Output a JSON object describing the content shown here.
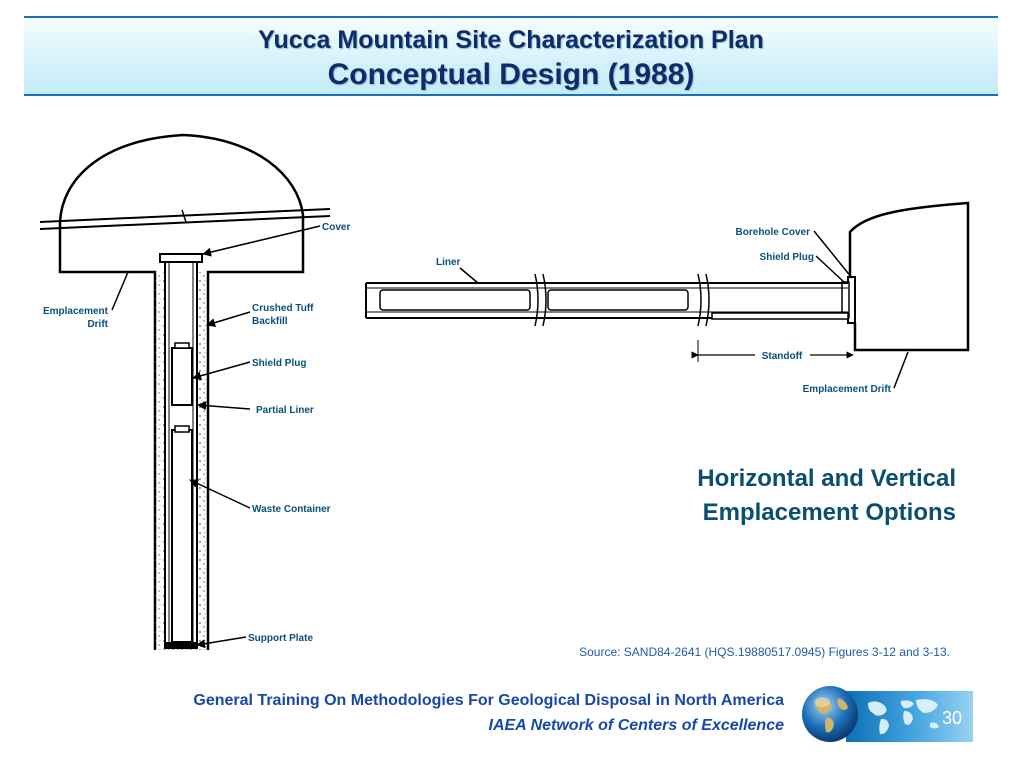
{
  "header": {
    "title_line1": "Yucca Mountain Site Characterization Plan",
    "title_line2": "Conceptual Design (1988)"
  },
  "vertical_diagram": {
    "labels": {
      "cover": "Cover",
      "emplacement_line1": "Emplacement",
      "emplacement_line2": "Drift",
      "crushed_line1": "Crushed Tuff",
      "crushed_line2": "Backfill",
      "shield_plug": "Shield Plug",
      "partial_liner": "Partial Liner",
      "waste_container": "Waste Container",
      "support_plate": "Support Plate"
    }
  },
  "horizontal_diagram": {
    "labels": {
      "borehole_cover": "Borehole Cover",
      "shield_plug": "Shield Plug",
      "liner": "Liner",
      "standoff": "Standoff",
      "emplacement_drift": "Emplacement Drift"
    }
  },
  "main": {
    "heading_line1": "Horizontal and Vertical",
    "heading_line2": "Emplacement Options",
    "source": "Source: SAND84-2641 (HQS.19880517.0945) Figures 3-12 and 3-13."
  },
  "footer": {
    "line1": "General Training On Methodologies For Geological Disposal in North America",
    "line2": "IAEA Network of Centers of Excellence",
    "page_number": "30"
  },
  "colors": {
    "title": "#0b2d6b",
    "header_border": "#1d6fb4",
    "label": "#0b5078",
    "heading": "#0b4f70",
    "footer": "#1848a8"
  }
}
